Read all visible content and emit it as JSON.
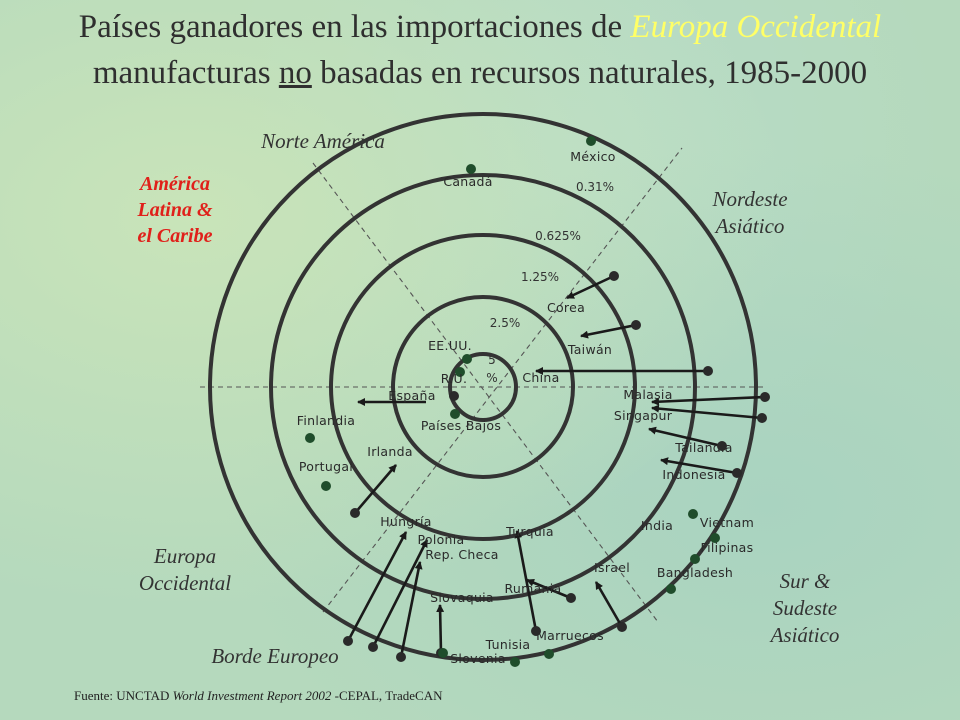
{
  "title": {
    "line1_prefix": "Países ganadores en las importaciones de ",
    "line1_highlight": "Europa Occidental",
    "line2_prefix": "manufacturas ",
    "line2_underlined": "no",
    "line2_suffix": " basadas en recursos naturales, 1985-2000"
  },
  "regions": {
    "norte_america": "Norte América",
    "america_latina": [
      "América",
      "Latina &",
      "el Caribe"
    ],
    "nordeste_asiatico": [
      "Nordeste",
      "Asiático"
    ],
    "europa_occidental": [
      "Europa",
      "Occidental"
    ],
    "borde_europeo": "Borde Europeo",
    "sur_sudeste_asiatico": [
      "Sur &",
      "Sudeste",
      "Asiático"
    ]
  },
  "rings": [
    {
      "label": "5 %"
    },
    {
      "label": "2.5%"
    },
    {
      "label": "1.25%"
    },
    {
      "label": "0.625%"
    },
    {
      "label": "0.31%"
    }
  ],
  "countries": [
    {
      "name": "México"
    },
    {
      "name": "Canadá"
    },
    {
      "name": "Corea"
    },
    {
      "name": "Taiwán"
    },
    {
      "name": "EE.UU."
    },
    {
      "name": "R.U."
    },
    {
      "name": "China"
    },
    {
      "name": "España"
    },
    {
      "name": "Países Bajos"
    },
    {
      "name": "Malasia"
    },
    {
      "name": "Singapur"
    },
    {
      "name": "Finlandia"
    },
    {
      "name": "Irlanda"
    },
    {
      "name": "Portugal"
    },
    {
      "name": "Tailandia"
    },
    {
      "name": "Indonesia"
    },
    {
      "name": "India"
    },
    {
      "name": "Vietnam"
    },
    {
      "name": "Filipinas"
    },
    {
      "name": "Bangladesh"
    },
    {
      "name": "Hungría"
    },
    {
      "name": "Polonia"
    },
    {
      "name": "Rep. Checa"
    },
    {
      "name": "Turquía"
    },
    {
      "name": "Israel"
    },
    {
      "name": "Rumania"
    },
    {
      "name": "Slovaquia"
    },
    {
      "name": "Marruecos"
    },
    {
      "name": "Tunisia"
    },
    {
      "name": "Slovenia"
    }
  ],
  "source": {
    "prefix": "Fuente: UNCTAD ",
    "italic": "World Investment Report 2002",
    "suffix": " -CEPAL, TradeCAN"
  },
  "colors": {
    "dot": "#1f4d2b",
    "arrow_dot": "#2a2a2a",
    "ring": "#333333",
    "highlight": "#ffff66",
    "latin_america": "#e0201a"
  }
}
